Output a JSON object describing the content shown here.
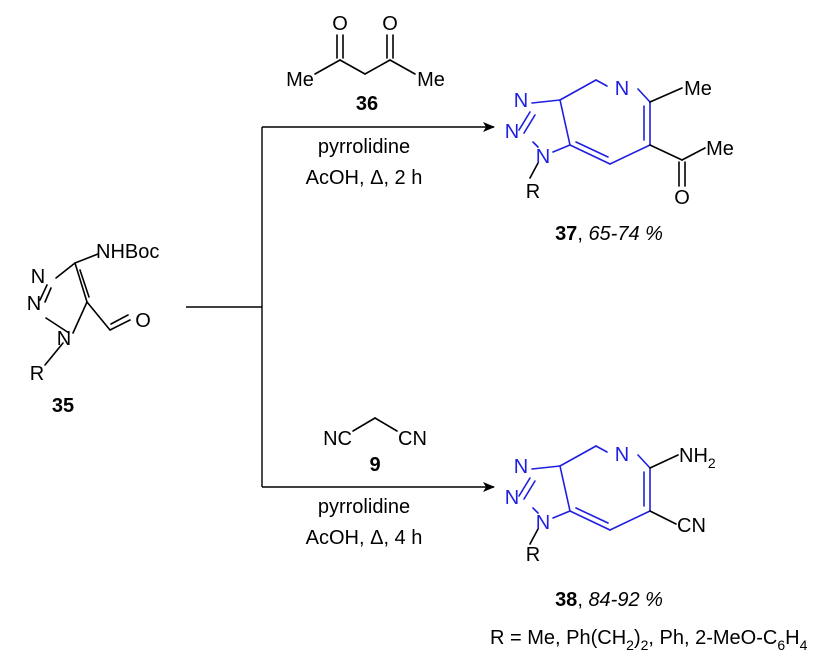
{
  "reactant": {
    "label": "35",
    "substituent": "NHBoc",
    "atoms": {
      "n1": "N",
      "n2": "N",
      "n3": "N",
      "r": "R",
      "o": "O"
    }
  },
  "reagent_top": {
    "label": "36",
    "atoms": {
      "o1": "O",
      "o2": "O",
      "me1": "Me",
      "me2": "Me"
    },
    "conditions_line1": "pyrrolidine",
    "conditions_line2": "AcOH, Δ, 2 h"
  },
  "product_top": {
    "label": "37",
    "yield": "65-74 %",
    "atoms": {
      "n1": "N",
      "n2": "N",
      "n3": "N",
      "npy": "N",
      "me": "Me",
      "r": "R",
      "o": "O",
      "me_ac": "Me"
    }
  },
  "reagent_bottom": {
    "label": "9",
    "nc": "NC",
    "cn": "CN",
    "conditions_line1": "pyrrolidine",
    "conditions_line2": "AcOH, Δ, 4 h"
  },
  "product_bottom": {
    "label": "38",
    "yield": "84-92 %",
    "amine": "NH",
    "amine_sub": "2",
    "nitrile": "CN",
    "atoms": {
      "n1": "N",
      "n2": "N",
      "n3": "N",
      "npy": "N",
      "r": "R"
    }
  },
  "footnote": {
    "prefix": "R = Me, Ph(CH",
    "sub1": "2",
    "mid": ")",
    "sub2": "2",
    "rest": ", Ph, 2-MeO-C",
    "sub3": "6",
    "rest2": "H",
    "sub4": "4"
  }
}
